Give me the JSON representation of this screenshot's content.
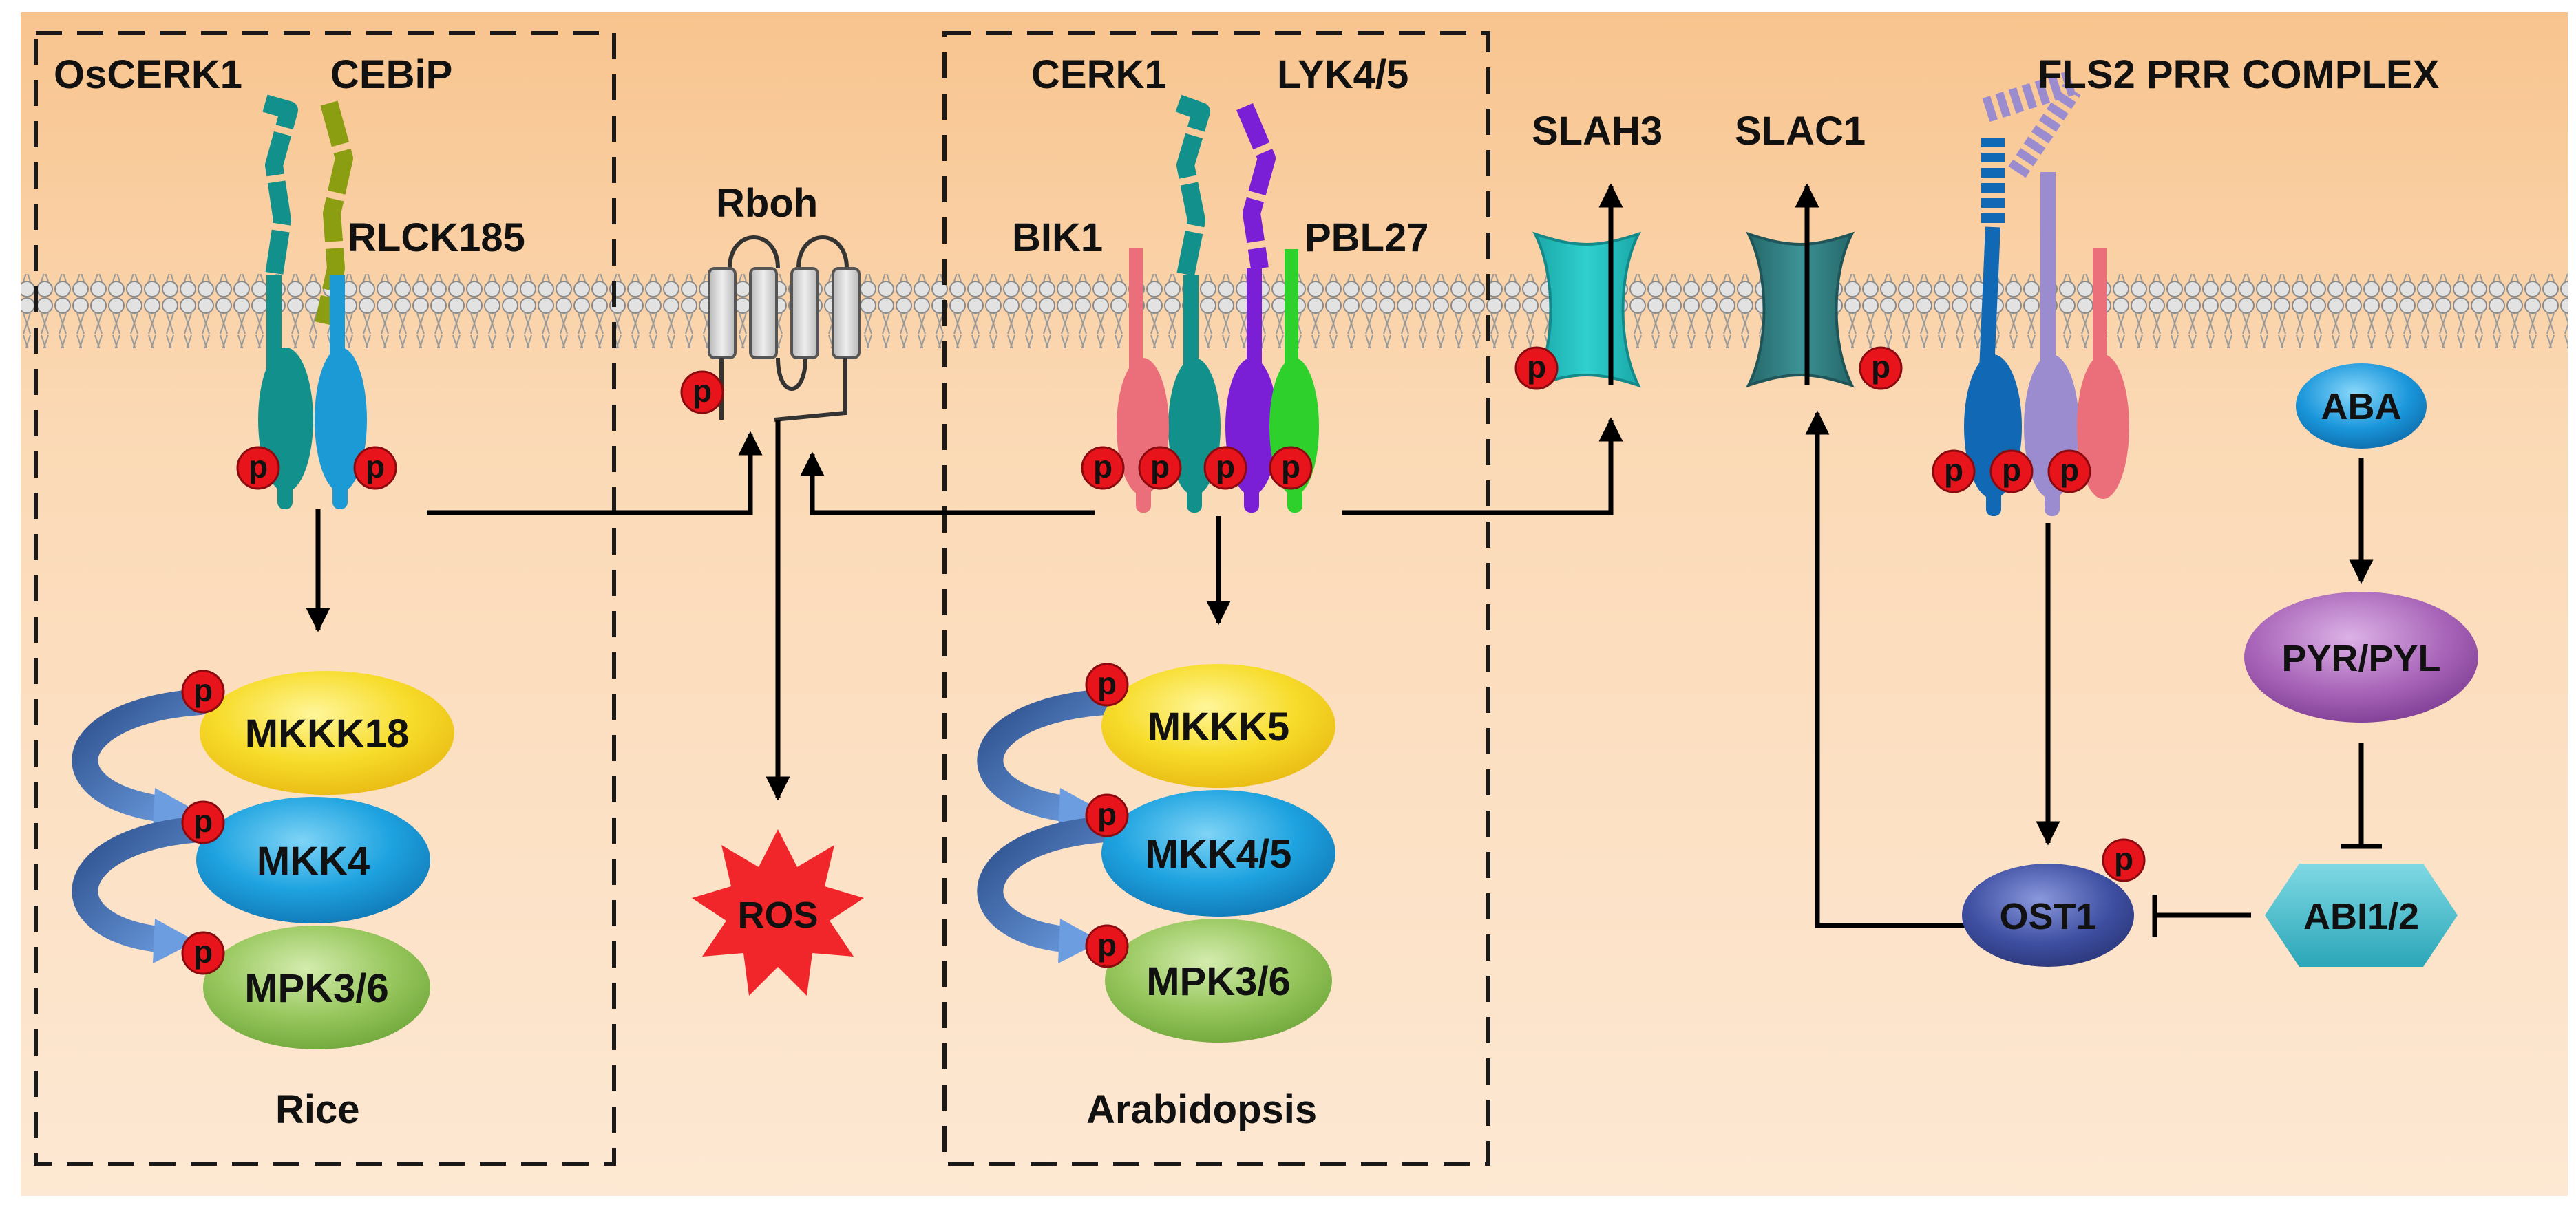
{
  "labels": {
    "oscerk1": "OsCERK1",
    "cebip": "CEBiP",
    "rlck185": "RLCK185",
    "rboh": "Rboh",
    "cerk1": "CERK1",
    "lyk45": "LYK4/5",
    "bik1": "BIK1",
    "pbl27": "PBL27",
    "slah3": "SLAH3",
    "slac1": "SLAC1",
    "fls2": "FLS2 PRR COMPLEX",
    "rice": "Rice",
    "arabidopsis": "Arabidopsis",
    "ros": "ROS"
  },
  "phospho_mark": "p",
  "rice_cascade": [
    "MKKK18",
    "MKK4",
    "MPK3/6"
  ],
  "arabidopsis_cascade": [
    "MKKK5",
    "MKK4/5",
    "MPK3/6"
  ],
  "aba_pathway": {
    "aba": "ABA",
    "pyr": "PYR/PYL",
    "abi": "ABI1/2",
    "ost1": "OST1"
  },
  "colors": {
    "background_top": "#f8c58f",
    "background_bottom": "#fde8d2",
    "cascade_top": "#f7dc2a",
    "cascade_mid": "#1ea3e0",
    "cascade_bottom": "#8cc24f",
    "phospho": "#e8141c",
    "teal_receptor": "#12918c",
    "olive_receptor": "#8b9d10",
    "blue_kinase": "#1b9ad6",
    "pink_kinase": "#ea6f7b",
    "purple_receptor": "#7a1fd6",
    "green_kinase": "#2ed12b",
    "slah3_channel": "#2cc4c4",
    "slac1_channel": "#2f7f80",
    "fls2_blue": "#1168b4",
    "fls2_lavender": "#9b8cd0",
    "aba_blue": "#1a96db",
    "pyr_purple": "#9f58b2",
    "abi_teal": "#3bb8c8",
    "ost1_navy": "#3a4a9a",
    "ros_red": "#f0262a"
  }
}
